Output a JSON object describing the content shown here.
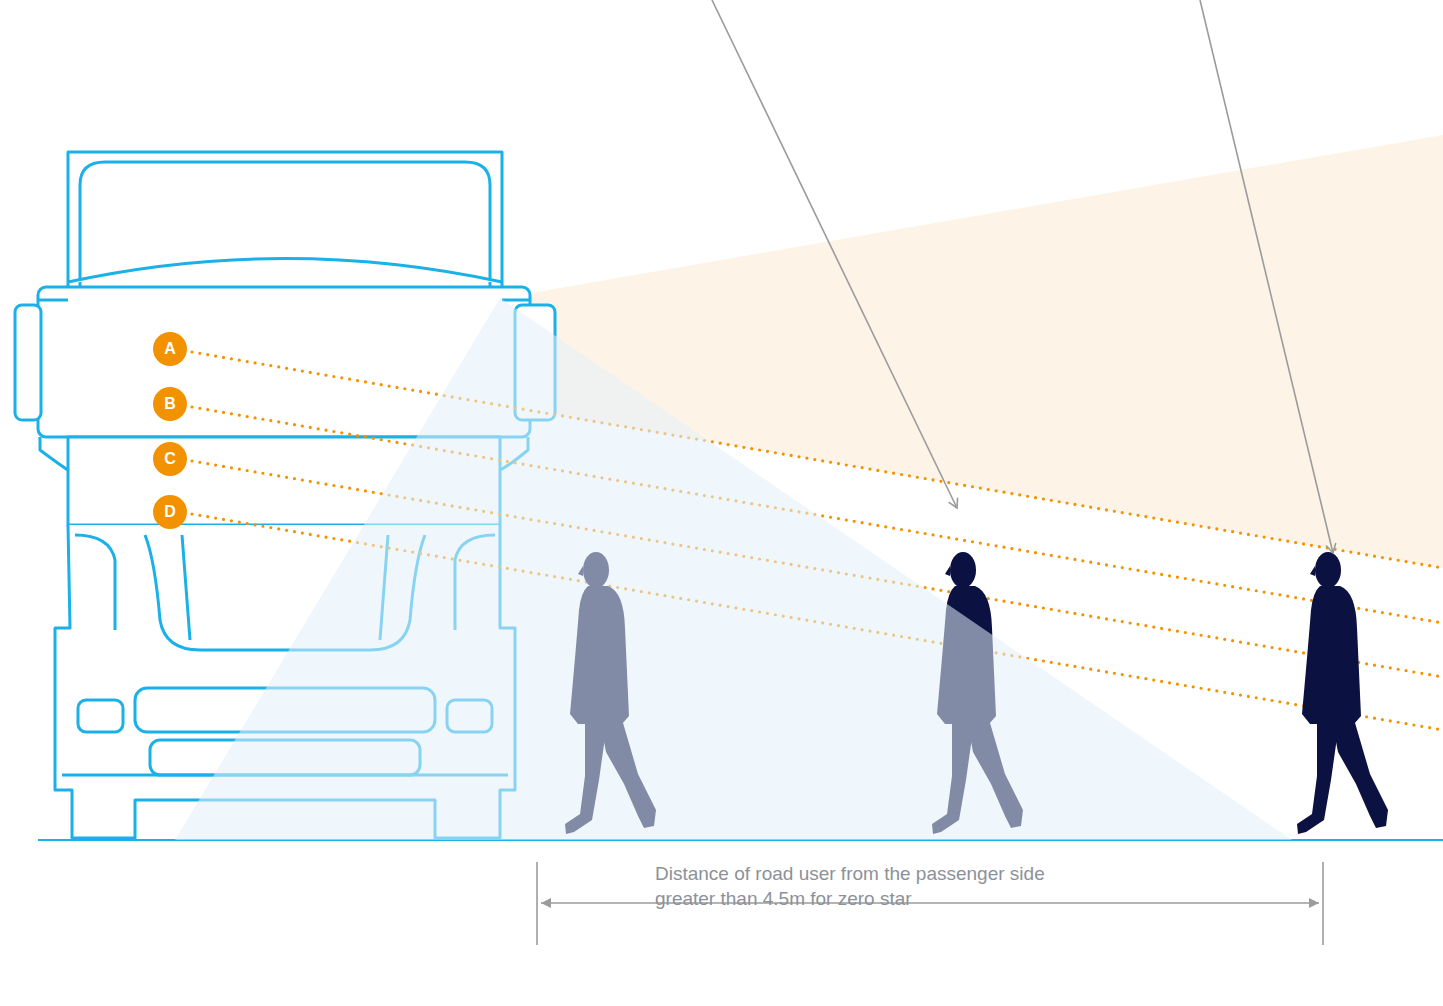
{
  "diagram": {
    "nodes": [
      {
        "text": [
          "A"
        ]
      },
      {
        "text": [
          "B"
        ]
      },
      {
        "text": [
          "C"
        ]
      },
      {
        "text": [
          "D"
        ]
      }
    ],
    "labels": [
      "Distance of road user from the passenger side greater than 4.5m for zero star"
    ]
  }
}
